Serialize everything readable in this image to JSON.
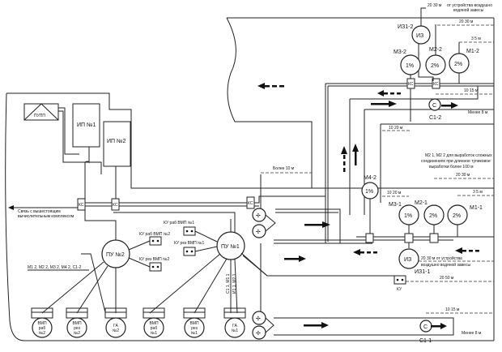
{
  "diagram": {
    "equipment": {
      "pupp": "ПУПП",
      "ip1": "ИП №1",
      "ip2": "ИП №2",
      "pu2": "ПУ №2",
      "pu1": "ПУ №1",
      "ks": "КС",
      "ku": "КУ",
      "c": "С"
    },
    "link_note": {
      "line1": "Связь с вышестоящим",
      "line2": "вычислительным комплексом"
    },
    "signal_list": "М1 2, М2 2, М3 2, М4 2, С1-2",
    "pu1_vertical_labels": [
      "С1 1, М1 1",
      "И1 1, М2 1"
    ],
    "ku_labels": {
      "ku_rab_vmp1": "КУ раб ВМП №1",
      "ku_rez_vmp1": "КУ рез ВМП №1",
      "ku_rab_vmp2": "КУ раб ВМП №2",
      "ku_rez_vmp2": "КУ рез ВМП №2"
    },
    "sensors_bottom": [
      {
        "id": "vmp-rab-2",
        "lines": [
          "ВМП",
          "раб",
          "№2"
        ]
      },
      {
        "id": "vmp-rez-2",
        "lines": [
          "ВМП",
          "рез",
          "№2"
        ]
      },
      {
        "id": "ga-2",
        "lines": [
          "ГА",
          "№2"
        ]
      },
      {
        "id": "vmp-rab-1",
        "lines": [
          "ВМП",
          "раб",
          "№1"
        ]
      },
      {
        "id": "vmp-rez-1",
        "lines": [
          "ВМП",
          "рез",
          "№1"
        ]
      },
      {
        "id": "ga-1",
        "lines": [
          "ГА",
          "№1"
        ]
      }
    ],
    "gas_sensors": {
      "iz1_2": {
        "tag": "ИЗ1-2",
        "text": "ИЗ"
      },
      "m3_2": {
        "tag": "М3-2",
        "text": "1%"
      },
      "m2_2": {
        "tag": "М2-2",
        "text": "2%"
      },
      "m1_2": {
        "tag": "М1-2",
        "text": "2%"
      },
      "c1_2": {
        "tag": "С1-2"
      },
      "m4_2": {
        "tag": "М4-2",
        "text": "1%"
      },
      "m3_1": {
        "tag": "М3-1",
        "text": "1%"
      },
      "m2_1": {
        "tag": "М2-1",
        "text": "2%"
      },
      "m1_1": {
        "tag": "М1-1",
        "text": "2%"
      },
      "iz1_1": {
        "tag": "ИЗ1-1",
        "text": "ИЗ"
      },
      "c1_1": {
        "tag": "С1-1"
      }
    },
    "dimensions": {
      "top_curtain": "20 30 м",
      "top_curtain_note1": "от устройства воздушно",
      "top_curtain_note2": "водяной завесы",
      "m2_2_dist": "20 30 м",
      "m1_2_dist": "3 5 м",
      "c1_2_dist": "10 15 м",
      "c1_2_less": "Менее 8 м",
      "m3_2_dist": "10 20 м",
      "fan_dist": "Более 10 м",
      "m4_2_dist": "10 20 м",
      "m2_1_dist": "20 30 м",
      "m1_1_dist": "3 5 м",
      "iz1_1_dist": "20 30 м от устройства",
      "iz1_1_note": "воздушно водяной завесы",
      "ku_dist": "20 50 м",
      "c1_1_dist": "10 15 м",
      "c1_1_less": "Менее 8 м"
    },
    "note_block": {
      "line1": "М2 1, М2 2 для выработок сложных",
      "line2": "соединениях при длинное тупиковое",
      "line3": "выработки более 100 м"
    }
  }
}
